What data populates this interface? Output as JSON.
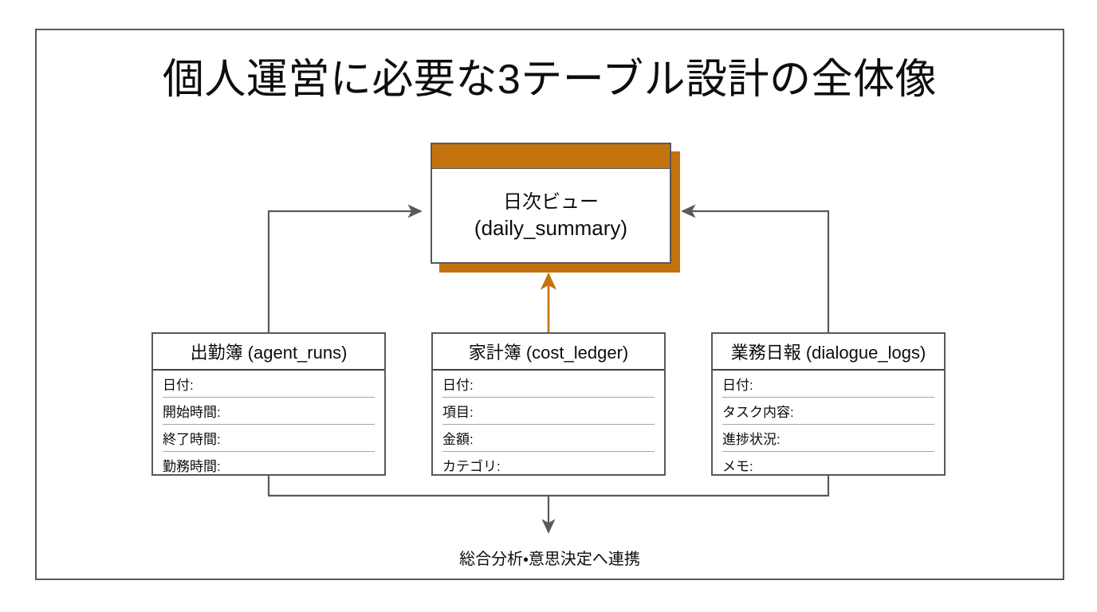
{
  "slide": {
    "title": "個人運営に必要な3テーブル設計の全体像",
    "footer_caption": "総合分析・意思決定へ連携"
  },
  "colors": {
    "accent_orange": "#C3730E",
    "frame_gray": "#595959",
    "divider_gray": "#A6A6A6",
    "text": "#0D0D0D",
    "background": "#FFFFFF"
  },
  "summary_box": {
    "line1": "日次ビュー",
    "line2": "(daily_summary)",
    "band_color": "#C3730E"
  },
  "tables": [
    {
      "id": "agent-runs",
      "header": "出勤簿 (agent_runs)",
      "fields": [
        "日付:",
        "開始時間:",
        "終了時間:",
        "勤務時間:"
      ]
    },
    {
      "id": "cost-ledger",
      "header": "家計簿 (cost_ledger)",
      "fields": [
        "日付:",
        "項目:",
        "金額:",
        "カテゴリ:"
      ]
    },
    {
      "id": "dialogue-logs",
      "header": "業務日報 (dialogue_logs)",
      "fields": [
        "日付:",
        "タスク内容:",
        "進捗状況:",
        "メモ:"
      ]
    }
  ],
  "connectors": [
    {
      "name": "agent-runs-to-summary",
      "from": "出勤簿 (agent_runs)",
      "to": "日次ビュー (daily_summary)",
      "color": "#595959",
      "arrow": "right"
    },
    {
      "name": "cost-ledger-to-summary",
      "from": "家計簿 (cost_ledger)",
      "to": "日次ビュー (daily_summary)",
      "color": "#C3730E",
      "arrow": "up"
    },
    {
      "name": "dialogue-logs-to-summary",
      "from": "業務日報 (dialogue_logs)",
      "to": "日次ビュー (daily_summary)",
      "color": "#595959",
      "arrow": "left"
    },
    {
      "name": "tables-to-analysis",
      "from": "出勤簿 (agent_runs) / 業務日報 (dialogue_logs)",
      "to": "総合分析・意思決定へ連携",
      "color": "#595959",
      "arrow": "down"
    }
  ]
}
